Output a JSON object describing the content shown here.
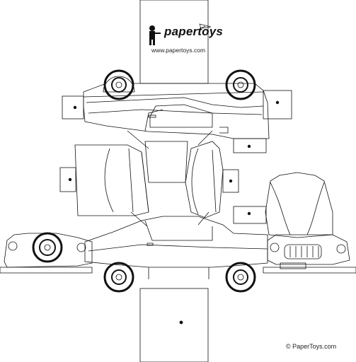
{
  "brand": {
    "logo_text": "papertoys",
    "website": "www.papertoys.com"
  },
  "credit": "© PaperToys.com",
  "icons": {
    "mascot": "paper-boy-mascot-icon",
    "plane": "paper-plane-icon"
  },
  "colors": {
    "ink": "#111111",
    "paper": "#ffffff"
  }
}
